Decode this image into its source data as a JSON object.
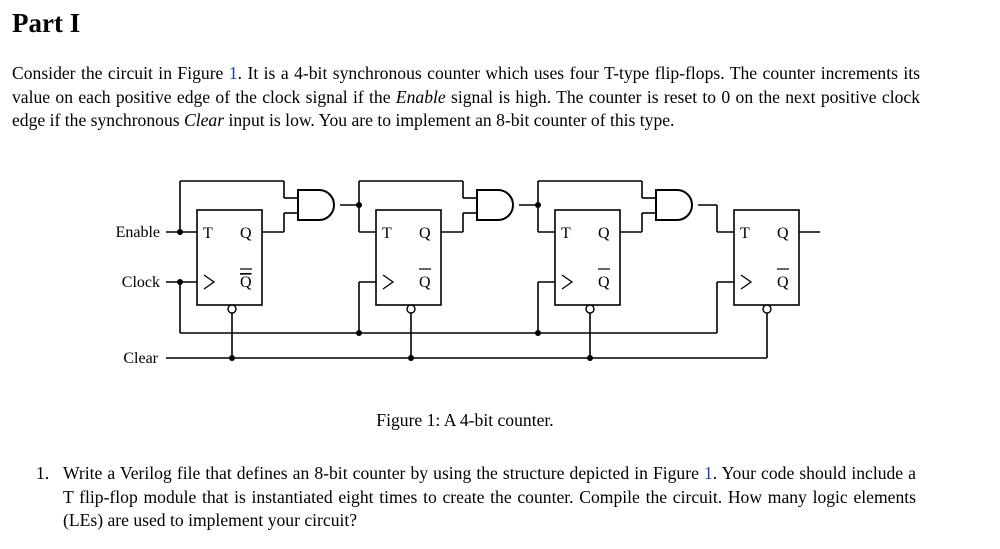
{
  "heading": "Part I",
  "intro": {
    "s1": "Consider the circuit in Figure ",
    "s1_ref": "1",
    "s2": ". It is a 4-bit synchronous counter which uses four T-type flip-flops. The counter increments its value on each positive edge of the clock signal if the ",
    "s2_em": "Enable",
    "s3": " signal is high. The counter is reset to 0 on the next positive clock edge if the synchronous ",
    "s3_em": "Clear",
    "s4": " input is low. You are to implement an 8-bit counter of this type."
  },
  "figure": {
    "labels": {
      "enable": "Enable",
      "clock": "Clock",
      "clear": "Clear"
    },
    "flipflop_pins": {
      "t": "T",
      "q": "Q",
      "qbar": "Q"
    },
    "flipflop_count": 4,
    "caption": "Figure 1: A 4-bit counter."
  },
  "question": {
    "number": "1.",
    "s1": "Write a Verilog file that defines an 8-bit counter by using the structure depicted in Figure ",
    "s1_ref": "1",
    "s2": ". Your code should include a T flip-flop module that is instantiated eight times to create the counter. Compile the circuit. How many logic elements (LEs) are used to implement your circuit?"
  }
}
